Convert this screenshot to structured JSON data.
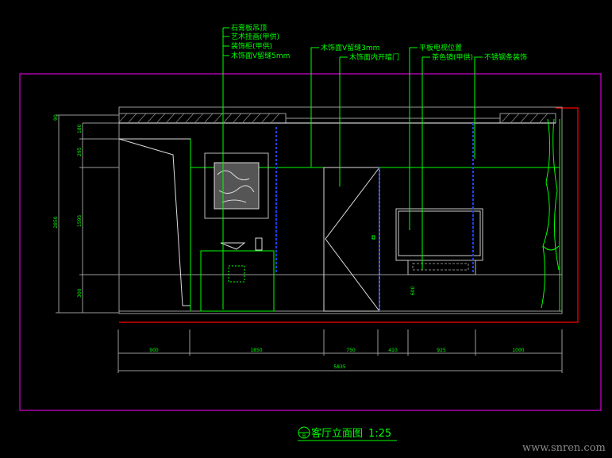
{
  "annotations": {
    "left_group": [
      "石膏板吊顶",
      "艺术挂画(甲供)",
      "装饰柜(甲供)",
      "木饰面V留缝5mm"
    ],
    "wood_groove_3mm": "木饰面V留缝3mm",
    "hidden_door": "木饰面内开暗门",
    "tv_position": "平板电视位置",
    "tv_cabinet": "茶色镜(甲供)",
    "steel_trim": "不锈钢条装饰"
  },
  "dimensions": {
    "horizontal": [
      "900",
      "1850",
      "750",
      "410",
      "925",
      "1000"
    ],
    "total": "5835",
    "vertical": [
      "90",
      "180",
      "295",
      "1595",
      "300"
    ],
    "vertical_total": "2850",
    "tv_cabinet_height": "600"
  },
  "title_block": {
    "symbol": "B",
    "title": "客厅立面图",
    "scale": "1:25"
  },
  "watermark": "www.snren.com",
  "colors": {
    "annotation": "#00ff00",
    "frame": "#ff00ff",
    "boundary": "#ff0000",
    "outline": "#9a9a9a",
    "groove": "#0000ff"
  }
}
